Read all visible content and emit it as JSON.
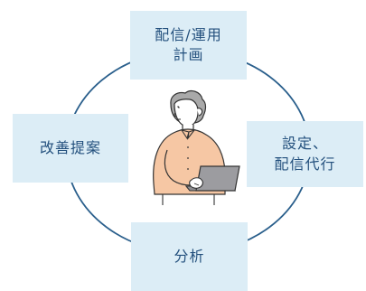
{
  "steps": {
    "top": "配信/運用\n計画",
    "right": "設定、\n配信代行",
    "bottom": "分析",
    "left": "改善提案"
  },
  "colors": {
    "ring": "#2a5f8c",
    "box_fill": "#dcedf6",
    "text": "#23507d",
    "shirt": "#f6c7a4",
    "hair": "#a9a9a9",
    "laptop": "#9c9ca0"
  },
  "icons": {
    "center": "person-with-laptop-illustration"
  }
}
